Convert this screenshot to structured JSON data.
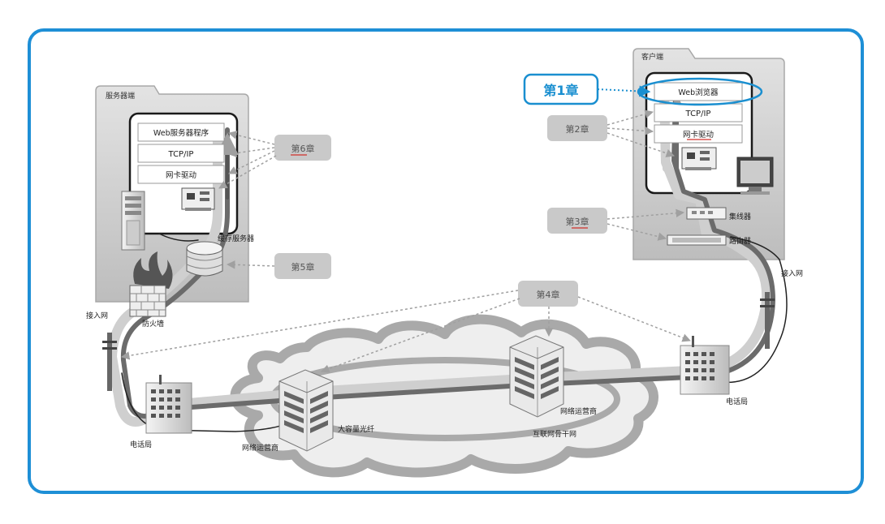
{
  "server": {
    "title": "服务器端",
    "layers": [
      "Web服务器程序",
      "TCP/IP",
      "网卡驱动"
    ],
    "cache_label": "缓存服务器",
    "firewall_label": "防火墙",
    "access_label": "接入网",
    "phone_label": "电话局"
  },
  "client": {
    "title": "客户端",
    "layers": [
      "Web浏览器",
      "TCP/IP",
      "网卡驱动"
    ],
    "hub_label": "集线器",
    "router_label": "路由器",
    "access_label": "接入网",
    "phone_label": "电话局"
  },
  "network": {
    "isp_left": "网络运营商",
    "isp_right": "网络运营商",
    "fiber": "大容量光纤",
    "backbone": "互联网骨干网"
  },
  "chapters": {
    "ch1": "第1章",
    "ch2": "第2章",
    "ch3": "第3章",
    "ch4": "第4章",
    "ch5": "第5章",
    "ch6": "第6章"
  },
  "colors": {
    "frame": "#1e8fd6",
    "accent": "#1a8fd0",
    "chapter_bg": "#c9c9c9",
    "chapter_text": "#555555",
    "underline": "#d0302a"
  }
}
